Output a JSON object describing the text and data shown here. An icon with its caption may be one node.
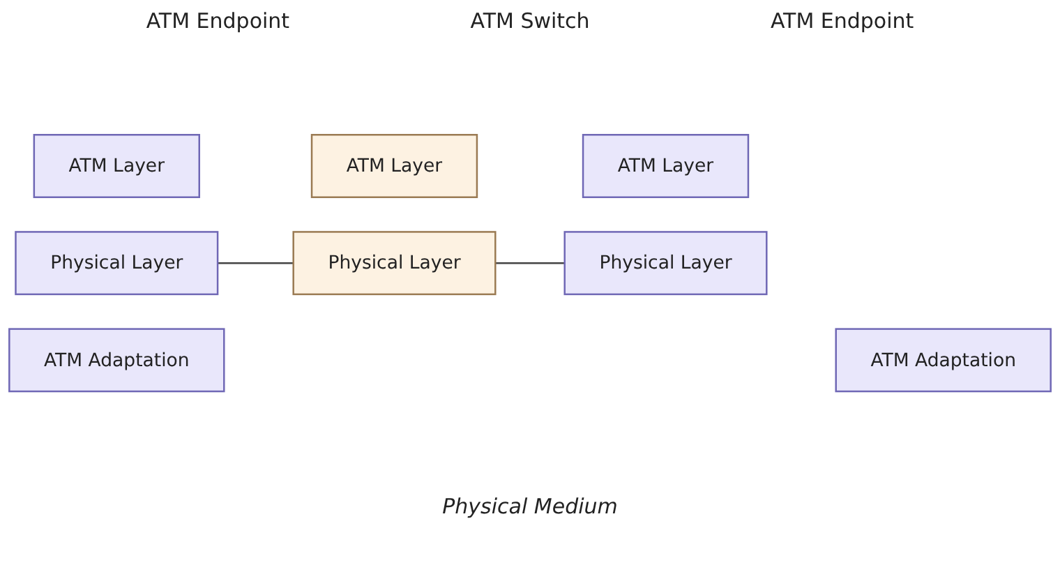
{
  "diagram": {
    "nodes": [
      {
        "text": [
          "ATM Adaptation"
        ]
      },
      {
        "text": [
          "ATM Layer"
        ]
      },
      {
        "text": [
          "Physical Layer"
        ]
      },
      {
        "text": [
          "ATM Layer"
        ]
      },
      {
        "text": [
          "Physical Layer"
        ]
      },
      {
        "text": [
          "ATM Adaptation"
        ]
      },
      {
        "text": [
          "ATM Layer"
        ]
      },
      {
        "text": [
          "Physical Layer"
        ]
      }
    ],
    "edges": [
      {
        "from": 2,
        "to": 4,
        "arrow": "none"
      },
      {
        "from": 4,
        "to": 7,
        "arrow": "none"
      }
    ],
    "labels": [
      "ATM Endpoint",
      "ATM Switch",
      "ATM Endpoint",
      "Physical Medium"
    ]
  }
}
